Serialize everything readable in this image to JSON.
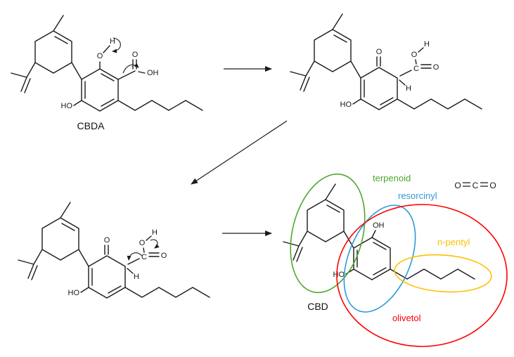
{
  "molecule_labels": {
    "cbda": "CBDA",
    "cbd": "CBD"
  },
  "atom_symbols": {
    "o": "O",
    "h": "H",
    "c": "C",
    "oh": "OH",
    "ho": "HO"
  },
  "co2": {
    "o_left": "O",
    "c": "C",
    "o_right": "O"
  },
  "annotations": {
    "terpenoid": {
      "label": "terpenoid",
      "color": "#4ea72e"
    },
    "resorcinyl": {
      "label": "resorcinyl",
      "color": "#2e9bd6"
    },
    "n_pentyl": {
      "label": "n-pentyl",
      "color": "#ffc000"
    },
    "olivetol": {
      "label": "olivetol",
      "color": "#ff0000"
    }
  },
  "colors": {
    "structure": "#1a1a1a"
  }
}
